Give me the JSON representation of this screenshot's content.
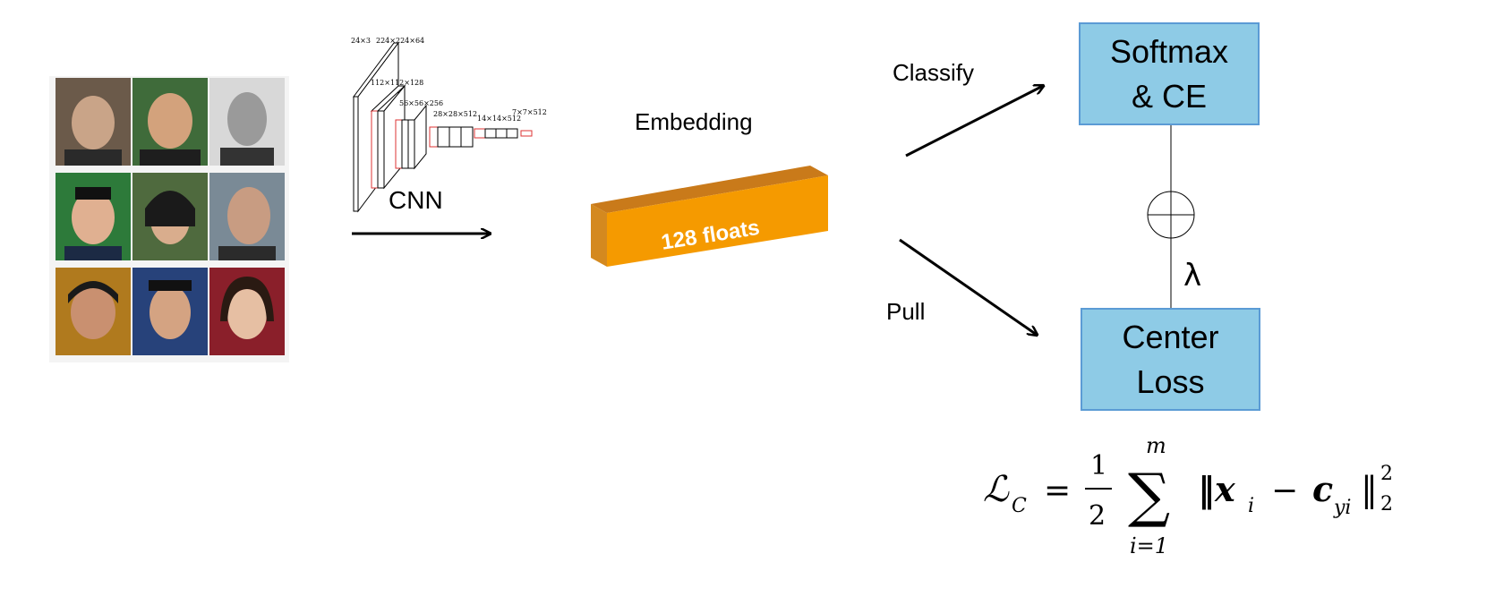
{
  "labels": {
    "cnn": "CNN",
    "embedding": "Embedding",
    "embedding_block": "128  floats",
    "classify": "Classify",
    "pull": "Pull",
    "lambda": "λ"
  },
  "boxes": {
    "softmax": [
      "Softmax",
      "& CE"
    ],
    "center_loss": [
      "Center",
      "Loss"
    ]
  },
  "cnn_dims": [
    "24×3",
    "224×224×64",
    "112×112×128",
    "56×56×256",
    "28×28×512",
    "14×14×512",
    "7×7×512"
  ],
  "formula": {
    "lhs": "ℒ",
    "lhs_sub": "C",
    "eq": "=",
    "frac_num": "1",
    "frac_den": "2",
    "sum_top": "m",
    "sum_bottom": "i=1",
    "body": "‖x",
    "x_sub": "i",
    "minus": "−",
    "c": "c",
    "c_sub": "yi",
    "close": "‖",
    "sq": "2",
    "norm_sub": "2"
  },
  "colors": {
    "box_fill": "#8ecbe6",
    "box_border": "#5b9bd5",
    "embedding_front": "#f59a00",
    "embedding_top": "#c97a1a",
    "embedding_side": "#d4891f"
  }
}
